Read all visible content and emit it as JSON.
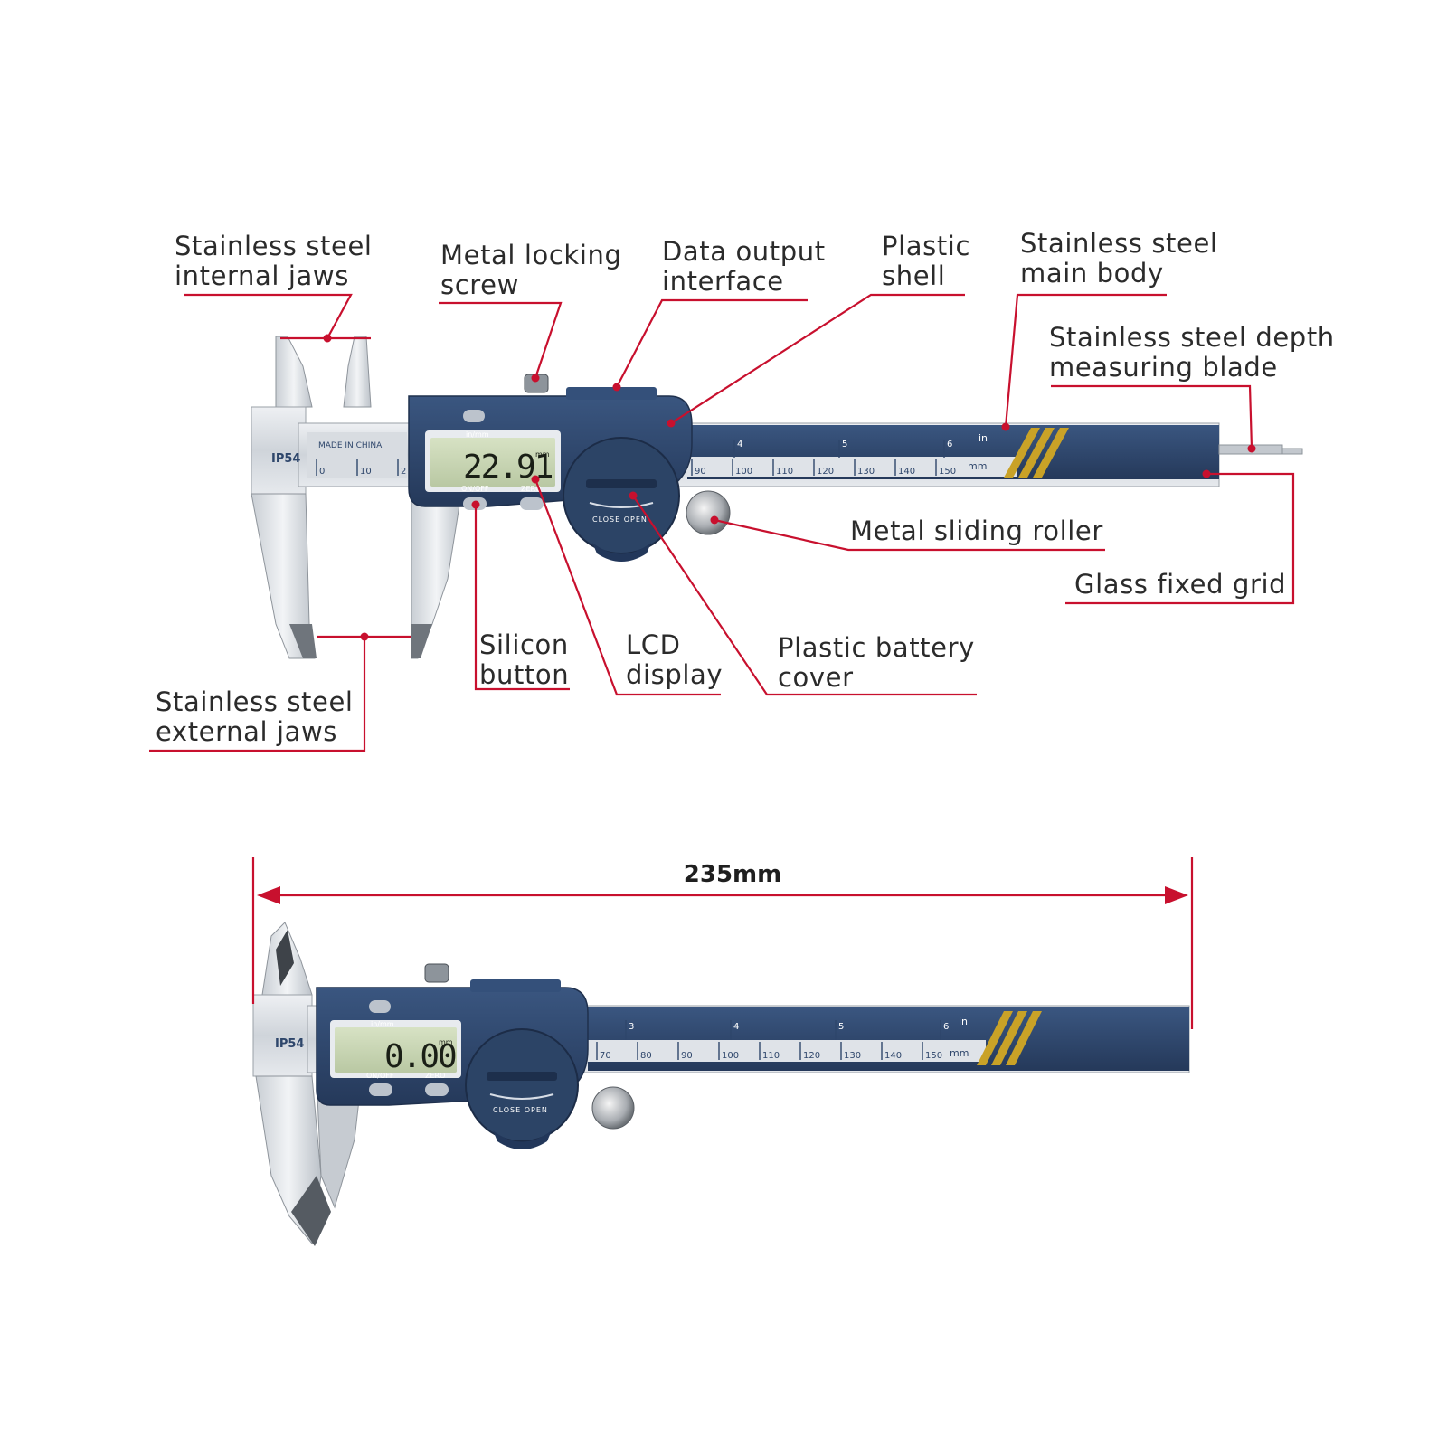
{
  "labels": {
    "internal_jaws": [
      "Stainless steel",
      "internal jaws"
    ],
    "locking_screw": [
      "Metal locking",
      "screw"
    ],
    "data_output": [
      "Data output",
      "interface"
    ],
    "plastic_shell": [
      "Plastic",
      "shell"
    ],
    "main_body": [
      "Stainless steel",
      "main body"
    ],
    "depth_blade": [
      "Stainless steel depth",
      "measuring blade"
    ],
    "sliding_roller": [
      "Metal sliding roller"
    ],
    "glass_grid": [
      "Glass fixed grid"
    ],
    "silicon_button": [
      "Silicon",
      "button"
    ],
    "lcd_display": [
      "LCD",
      "display"
    ],
    "battery_cover": [
      "Plastic battery",
      "cover"
    ],
    "external_jaws": [
      "Stainless steel",
      "external jaws"
    ]
  },
  "caliper_top": {
    "reading": "22.91",
    "unit": "mm",
    "unit_toggle": "in/mm",
    "btn_on_off": "ON/OFF",
    "btn_zero": "ZERO",
    "rating": "IP54",
    "made_in": "MADE IN CHINA",
    "cover_text": "CLOSE  OPEN",
    "scale_left": [
      "0",
      "10",
      "2"
    ],
    "scale_mm": [
      "90",
      "100",
      "110",
      "120",
      "130",
      "140",
      "150"
    ],
    "scale_in": [
      "4",
      "5",
      "6"
    ],
    "in_label": "in",
    "mm_label": "mm"
  },
  "caliper_bottom": {
    "reading": "0.00",
    "unit": "mm",
    "unit_toggle": "in/mm",
    "btn_on_off": "ON/OFF",
    "btn_zero": "ZERO",
    "rating": "IP54",
    "cover_text": "CLOSE  OPEN",
    "scale_mm": [
      "70",
      "80",
      "90",
      "100",
      "110",
      "120",
      "130",
      "140",
      "150"
    ],
    "scale_in": [
      "3",
      "4",
      "5",
      "6"
    ],
    "in_label": "in",
    "mm_label": "mm"
  },
  "dimension": "235mm",
  "colors": {
    "leader": "#c8102e",
    "navy": "#2e466b",
    "steel": "#d9dde2",
    "lcd": "#c9d6b4",
    "gold": "#c9a227"
  }
}
